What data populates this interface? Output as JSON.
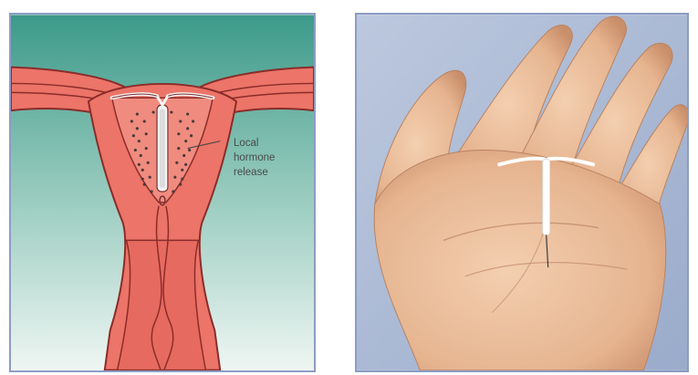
{
  "diagram": {
    "callout_lines": [
      "Local",
      "hormone",
      "release"
    ]
  },
  "colors": {
    "tissue": "#ec7468",
    "tissue_dark": "#d25a50",
    "outline": "#8a2c2a",
    "background_top": "#3c9a8a",
    "background_bottom": "#eef6f3",
    "device": "#f4f4f4",
    "panel_border": "#8e9cc4",
    "photo_background": "#a9b8d4",
    "skin": "#e8bc9a"
  },
  "icons": {
    "left": "uterus-iud-diagram",
    "right": "hand-holding-iud-photo"
  }
}
